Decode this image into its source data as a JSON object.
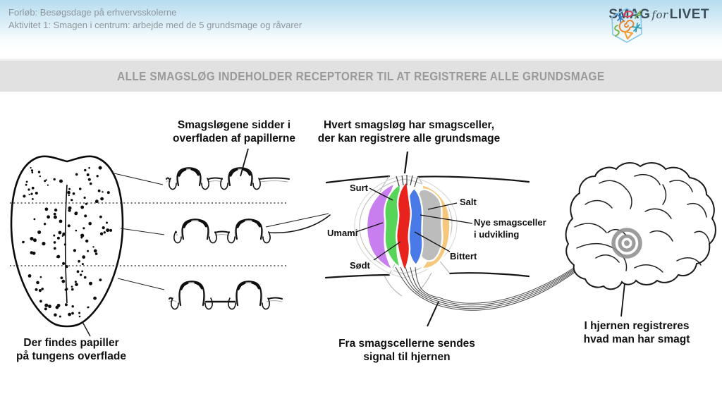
{
  "header": {
    "course_line": "Forløb: Besøgsdage på erhvervsskolerne",
    "activity_line": "Aktivitet 1: Smagen i centrum: arbejde med de 5 grundsmage og råvarer",
    "logo": {
      "smag": "SMAG",
      "for": "for",
      "livet": "LIVET",
      "text_color": "#3d4e5b"
    }
  },
  "title_bar": {
    "title": "ALLE SMAGSLØG INDEHOLDER RECEPTORER TIL AT REGISTRERE ALLE GRUNDSMAGE",
    "background": "#e1e1e1",
    "text_color": "#9a9a9a"
  },
  "diagram": {
    "tongue_caption": {
      "line1": "Der findes papiller",
      "line2": "på tungens overflade"
    },
    "papillae_caption": {
      "line1": "Smagsløgene sidder i",
      "line2": "overfladen af papillerne"
    },
    "taste_bud_caption": {
      "line1": "Hvert smagsløg har smagsceller,",
      "line2": "der kan registrere alle grundsmage"
    },
    "signal_caption": {
      "line1": "Fra smagscellerne sendes",
      "line2": "signal til hjernen"
    },
    "brain_caption": {
      "line1": "I hjernen registreres",
      "line2": "hvad man har smagt"
    },
    "cell_labels": {
      "sour": "Surt",
      "salt": "Salt",
      "umami": "Umami",
      "new_cells_line1": "Nye smagsceller",
      "new_cells_line2": "i udvikling",
      "bitter": "Bittert",
      "sweet": "Sødt"
    },
    "cell_colors": {
      "sour": "#56d558",
      "salt": "#f6c87d",
      "umami": "#c97ef0",
      "new_cells": "#bcbcbc",
      "bitter": "#4a79e8",
      "sweet": "#e8231d"
    },
    "target_color": "#8f8f8f"
  }
}
